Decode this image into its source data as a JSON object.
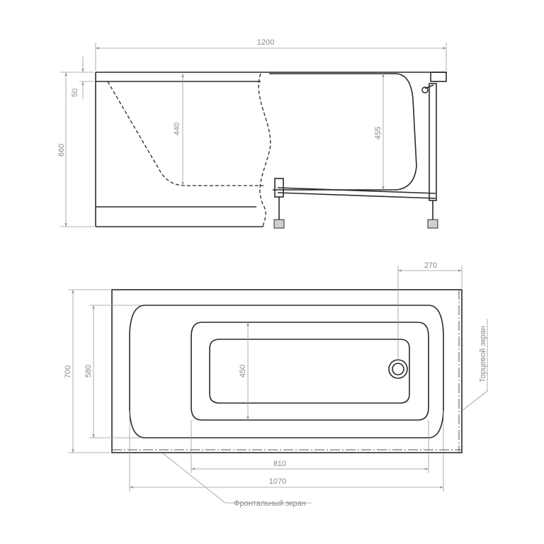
{
  "side_view": {
    "length": "1200",
    "rim": "50",
    "total_height": "660",
    "inner_depth_left": "440",
    "inner_depth_right": "455"
  },
  "top_view": {
    "drain_offset": "270",
    "width": "700",
    "inner_width": "580",
    "bottom_width": "450",
    "bottom_length": "810",
    "inner_length": "1070"
  },
  "notes": {
    "front_panel": "Фронтальный экран",
    "end_panel": "Торцевой экран"
  }
}
